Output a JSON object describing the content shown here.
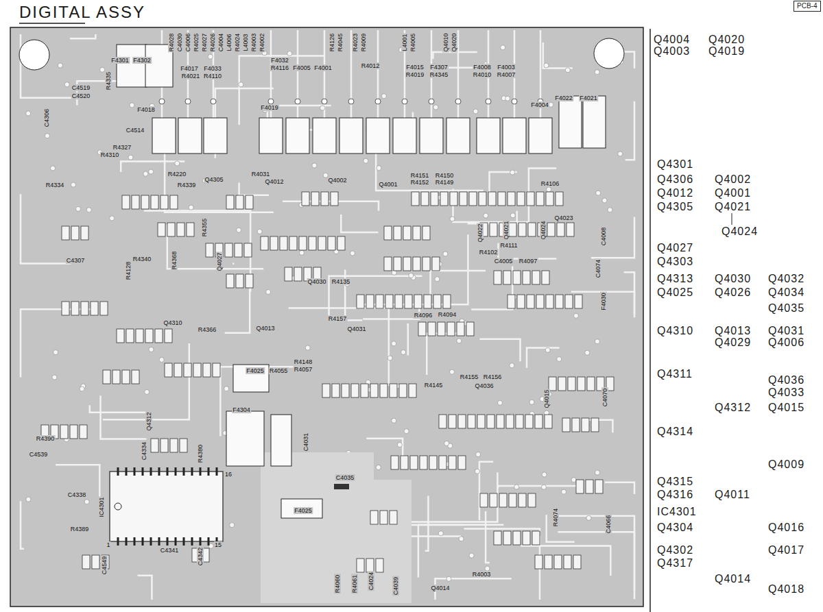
{
  "diagram": {
    "title": "DIGITAL ASSY",
    "nodes": [
      {
        "text": [
          "PCB-4"
        ]
      }
    ],
    "labels": [
      "Q4004",
      "Q4020",
      "Q4003",
      "Q4019",
      "Q4301",
      "Q4306",
      "Q4002",
      "Q4012",
      "Q4001",
      "Q4305",
      "Q4021",
      "Q4024",
      "Q4027",
      "Q4303",
      "Q4313",
      "Q4030",
      "Q4032",
      "Q4025",
      "Q4026",
      "Q4034",
      "Q4035",
      "Q4310",
      "Q4013",
      "Q4031",
      "Q4029",
      "Q4006",
      "Q4311",
      "Q4036",
      "Q4033",
      "Q4312",
      "Q4015",
      "Q4314",
      "Q4009",
      "Q4315",
      "Q4316",
      "Q4011",
      "IC4301",
      "Q4304",
      "Q4016",
      "Q4302",
      "Q4017",
      "Q4317",
      "Q4014",
      "Q4018",
      "F4301",
      "F4302",
      "F4017",
      "F4033",
      "R4021",
      "R4110",
      "F4032",
      "R4116",
      "F4005",
      "F4001",
      "R4012",
      "F4015",
      "F4307",
      "R4019",
      "R4345",
      "F4008",
      "F4003",
      "R4010",
      "R4007",
      "F4022",
      "F4021",
      "F4004",
      "F4018",
      "F4019",
      "C4514",
      "R4335",
      "C4519",
      "C4520",
      "C4306",
      "R4327",
      "R4310",
      "R4334",
      "R4220",
      "R4339",
      "Q4305",
      "R4031",
      "Q4012",
      "Q4002",
      "Q4001",
      "R4151",
      "R4152",
      "R4150",
      "R4149",
      "R4106",
      "R4355",
      "C4307",
      "R4340",
      "R4368",
      "Q4027",
      "R4128",
      "Q4030",
      "R4135",
      "R4157",
      "Q4031",
      "R4096",
      "R4094",
      "C4005",
      "R4097",
      "R4111",
      "R4102",
      "Q4022",
      "Q4021",
      "Q4024",
      "Q4023",
      "C4074",
      "C4008",
      "Q4310",
      "R4366",
      "Q4013",
      "F4025",
      "R4055",
      "R4148",
      "R4057",
      "F4304",
      "Q4312",
      "C4334",
      "R4380",
      "R4390",
      "C4539",
      "C4338",
      "IC4301",
      "16",
      "1",
      "15",
      "R4389",
      "C4341",
      "C4342",
      "C4549",
      "C4031",
      "C4035",
      "F4025",
      "R4145",
      "R4155",
      "Q4036",
      "R4156",
      "Q4015",
      "C4070",
      "C4066",
      "R4003",
      "Q4014",
      "R4060",
      "R4061",
      "C4024",
      "C4039",
      "R4074",
      "F4030",
      "R4028",
      "C4030",
      "C4006",
      "R4025",
      "R4027",
      "R4026",
      "C4004",
      "L4006",
      "R4024",
      "L4003",
      "R4003",
      "R4002",
      "R4126",
      "R4045",
      "R4023",
      "R4009",
      "L4001",
      "R4005",
      "Q4010",
      "Q4020"
    ]
  }
}
